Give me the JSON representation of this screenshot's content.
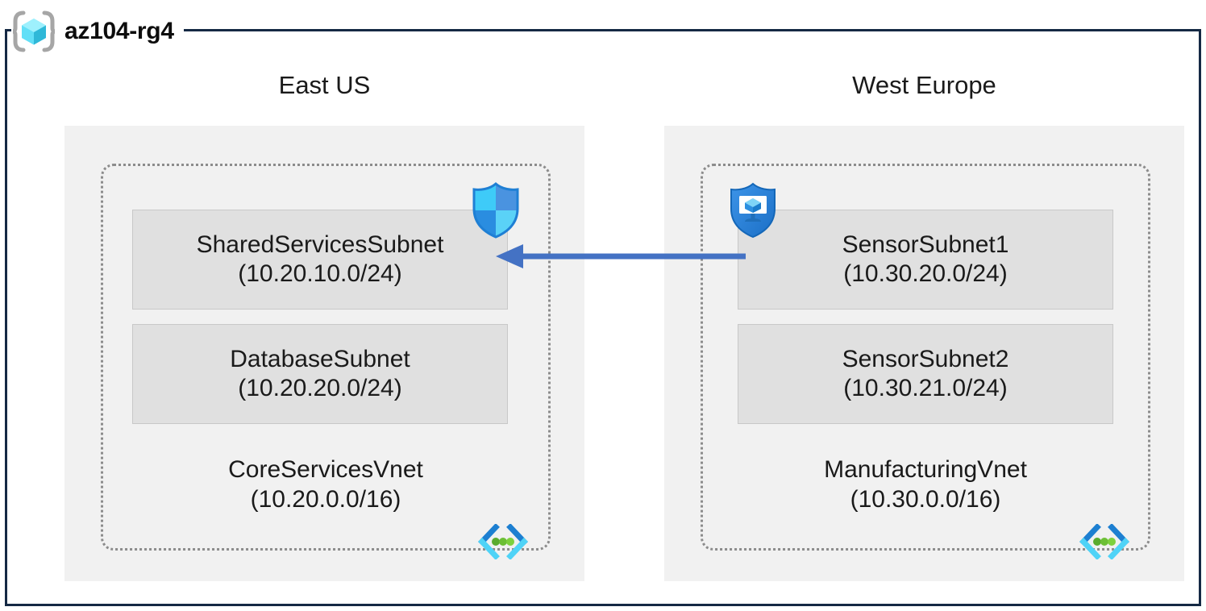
{
  "resource_group": {
    "name": "az104-rg4",
    "icon": "resource-group-cube-icon",
    "frame_color": "#152944"
  },
  "regions": [
    {
      "label": "East US",
      "fill": "#f1f1f1"
    },
    {
      "label": "West Europe",
      "fill": "#f1f1f1"
    }
  ],
  "vnets": [
    {
      "name": "CoreServicesVnet",
      "cidr": "(10.20.0.0/16)",
      "region": "East US",
      "icon": "virtual-network-icon",
      "subnets": [
        {
          "name": "SharedServicesSubnet",
          "cidr": "(10.20.10.0/24)",
          "icon": "network-security-group-shield-icon"
        },
        {
          "name": "DatabaseSubnet",
          "cidr": "(10.20.20.0/24)",
          "icon": null
        }
      ]
    },
    {
      "name": "ManufacturingVnet",
      "cidr": "(10.30.0.0/16)",
      "region": "West Europe",
      "icon": "virtual-network-icon",
      "subnets": [
        {
          "name": "SensorSubnet1",
          "cidr": "(10.30.20.0/24)",
          "icon": "network-security-group-monitor-shield-icon"
        },
        {
          "name": "SensorSubnet2",
          "cidr": "(10.30.21.0/24)",
          "icon": null
        }
      ]
    }
  ],
  "connection": {
    "type": "vnet-peering-arrow",
    "direction": "right-to-left",
    "from": "SensorSubnet1",
    "to": "SharedServicesSubnet",
    "color": "#4472c4"
  },
  "colors": {
    "subnet_fill": "#e0e0e0",
    "subnet_border": "#c8c8c8",
    "region_fill": "#f1f1f1",
    "vnet_border": "#8c8c8c",
    "arrow": "#4472c4",
    "frame": "#152944",
    "text": "#1a1a1a"
  }
}
